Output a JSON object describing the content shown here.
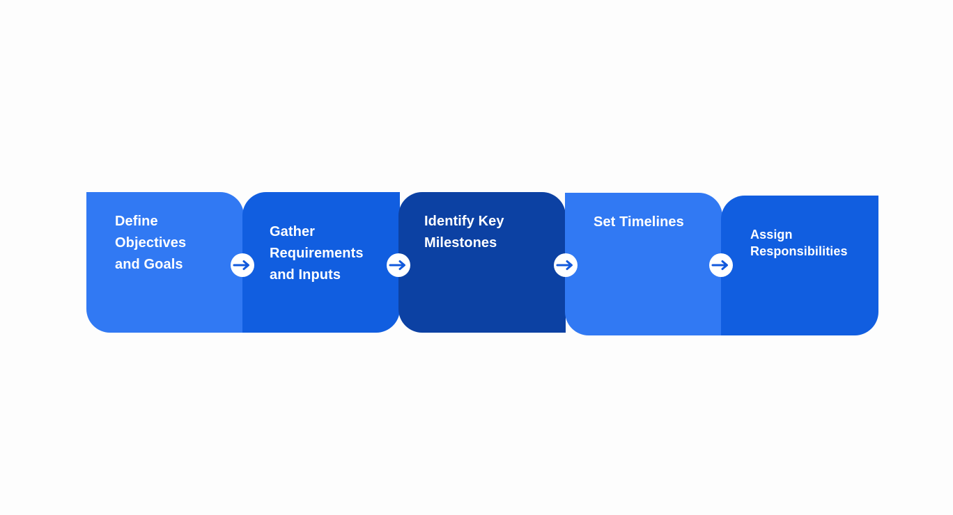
{
  "colors": {
    "background": "#fdfdfd",
    "light_blue": "#3179f3",
    "medium_blue": "#115ee0",
    "dark_blue": "#0c41a3",
    "arrow": "#1259dc",
    "text": "#ffffff"
  },
  "steps": [
    {
      "label": "Define\nObjectives\nand Goals",
      "color": "#3179f3"
    },
    {
      "label": "Gather\nRequirements\nand Inputs",
      "color": "#115ee0"
    },
    {
      "label": "Identify Key\nMilestones",
      "color": "#0c41a3"
    },
    {
      "label": "Set Timelines",
      "color": "#3179f3"
    },
    {
      "label": "Assign\nResponsibilities",
      "color": "#115ee0"
    }
  ],
  "connector_icon": "arrow-right-icon"
}
